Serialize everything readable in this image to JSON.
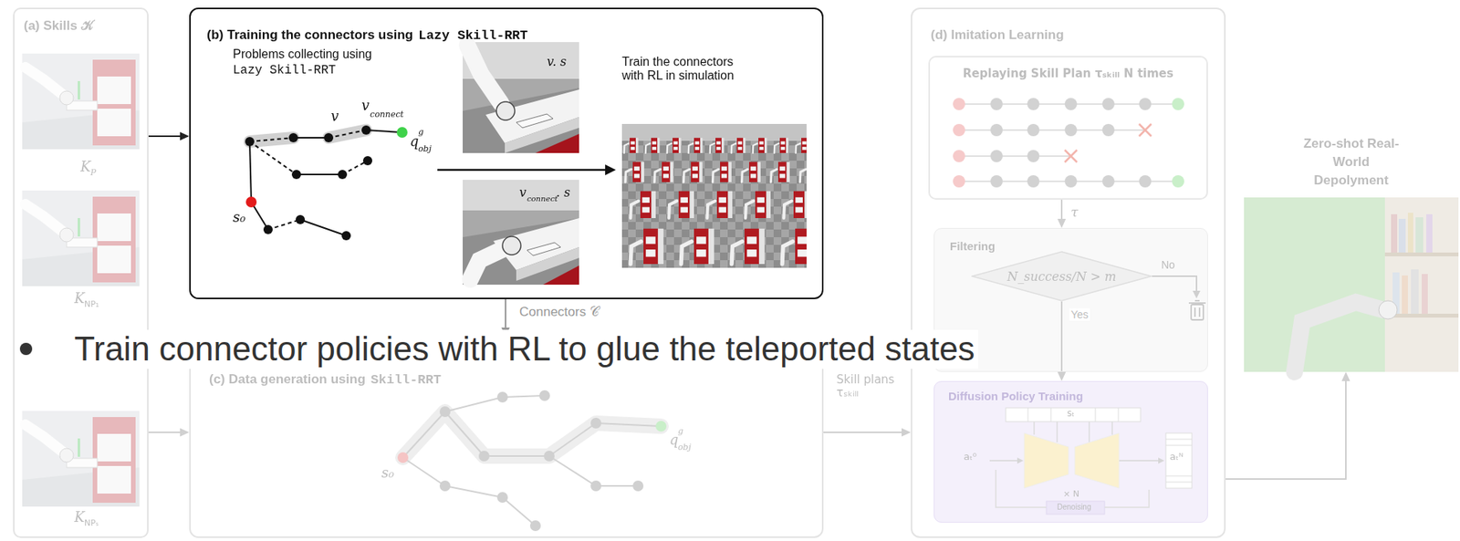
{
  "diagram": {
    "nodes": [
      {
        "text": [
          "(a) Skills 𝒦"
        ]
      },
      {
        "text": [
          "(b) Training the connectors using",
          "Lazy Skill-RRT"
        ]
      },
      {
        "text": [
          "(c) Data generation using",
          "Skill-RRT"
        ]
      },
      {
        "text": [
          "(d) Imitation Learning"
        ]
      },
      {
        "text": [
          "Replaying Skill Plan τₛₖᵢₗₗ N times"
        ],
        "in": 3
      },
      {
        "text": [
          "Filtering"
        ],
        "in": 3
      },
      {
        "text": [
          "N_success/N > m"
        ],
        "in": 5
      },
      {
        "text": [
          "Diffusion Policy Training"
        ],
        "in": 3
      },
      {
        "text": [
          "Zero-shot Real-World Depolyment"
        ]
      }
    ],
    "edges": [
      {
        "from": 0,
        "to": 1,
        "arrow": "to"
      },
      {
        "from": 0,
        "to": 2,
        "arrow": "to"
      },
      {
        "from": 1,
        "to": 2,
        "label": "Connectors 𝒞",
        "arrow": "to"
      },
      {
        "from": 2,
        "to": 3,
        "label": "Skill plans τₛₖᵢₗₗ",
        "arrow": "to"
      },
      {
        "from": 3,
        "to": 8,
        "arrow": "to"
      },
      {
        "from": 4,
        "to": 5,
        "label": "τ",
        "arrow": "to"
      },
      {
        "from": 6,
        "to": 7,
        "label": "Yes",
        "arrow": "to"
      }
    ],
    "labels": [
      "Problems collecting using",
      "Lazy Skill-RRT",
      "v. s",
      "v",
      "connect",
      ". s",
      "Train the connectors with RL in simulation",
      "s₀",
      "v",
      "v",
      "connect",
      "q",
      "g",
      "obj",
      "K",
      "P",
      "K",
      "NP₁",
      "K",
      "NPₛ",
      "s₀",
      "q",
      "g",
      "obj",
      "No",
      "sₜ",
      "aₜ⁰",
      "aₜᴺ",
      "Denoising",
      "× N",
      "Train connector policies with RL to glue the teleported states"
    ]
  }
}
